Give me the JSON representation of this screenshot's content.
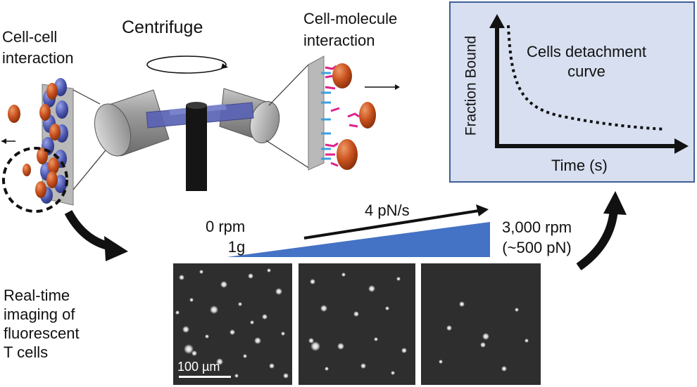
{
  "labels": {
    "cell_cell": "Cell-cell\ninteraction",
    "centrifuge": "Centrifuge",
    "cell_molecule": "Cell-molecule\ninteraction",
    "rpm_start": "0 rpm\n1g",
    "force_rate": "4 pN/s",
    "rpm_end": "3,000 rpm\n(~500 pN)",
    "imaging": "Real-time\nimaging of\nfluorescent\nT cells",
    "scale_bar": "100 µm"
  },
  "graph": {
    "y_axis_label": "Fraction Bound",
    "x_axis_label": "Time (s)",
    "curve_label": "Cells detachment\ncurve"
  },
  "colors": {
    "cell_orange": "#c8511e",
    "cell_blue": "#5060b8",
    "ramp_blue": "#4472c4",
    "graph_bg": "#d7dff0",
    "graph_border": "#3f5f95",
    "rotor_blue": "#5a63b5",
    "receptor_pink": "#e0218a",
    "ligand_blue": "#3aa0e0"
  }
}
